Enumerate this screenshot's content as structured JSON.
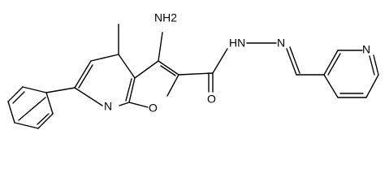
{
  "atoms": {
    "amino": "NH2",
    "methyl": "",
    "hydrazide_nh": "HN",
    "imine_n": "N",
    "carbonyl_o": "O",
    "ring_n": "N",
    "furan_o": "O",
    "pyridyl_n": "N"
  }
}
